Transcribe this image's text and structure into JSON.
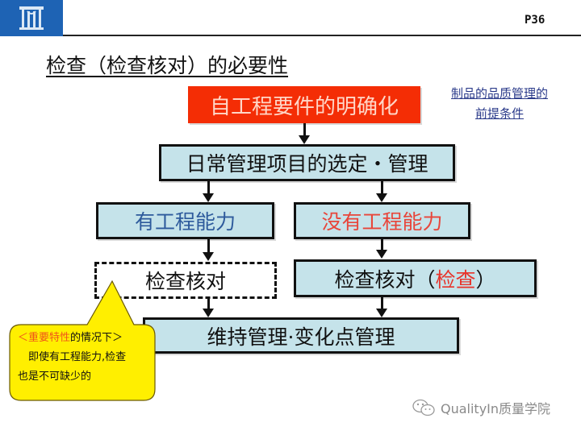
{
  "header": {
    "logo_icon": "pillar-building-icon",
    "page_number": "P36",
    "brand_color": "#1e63b4"
  },
  "slide": {
    "title": "检查（检查核对）的必要性"
  },
  "flow": {
    "top_box": "自工程要件的明确化",
    "side_note": {
      "line1": "制品的品质管理的",
      "line2": "前提条件"
    },
    "daily_box": "日常管理项目的选定・管理",
    "capable_box": "有工程能力",
    "not_capable_box": "没有工程能力",
    "dashed_box": "检查核对",
    "check_box": {
      "prefix": "检查核对（",
      "highlight": "检查",
      "suffix": "）"
    },
    "maint_box": "维持管理·变化点管理"
  },
  "callout": {
    "open_bracket": "＜",
    "highlight": "重要特性",
    "line1_rest": "的情况下＞",
    "line2": "　即使有工程能力,检查",
    "line3": "也是不可缺少的"
  },
  "watermark": {
    "icon": "wechat-icon",
    "text": "QualityIn质量学院"
  },
  "colors": {
    "red_box": "#f42d05",
    "box_fill": "#c5e3ea",
    "callout_fill": "#ffef00",
    "blue_text": "#2d5a9c",
    "red_text": "#e8453a"
  }
}
